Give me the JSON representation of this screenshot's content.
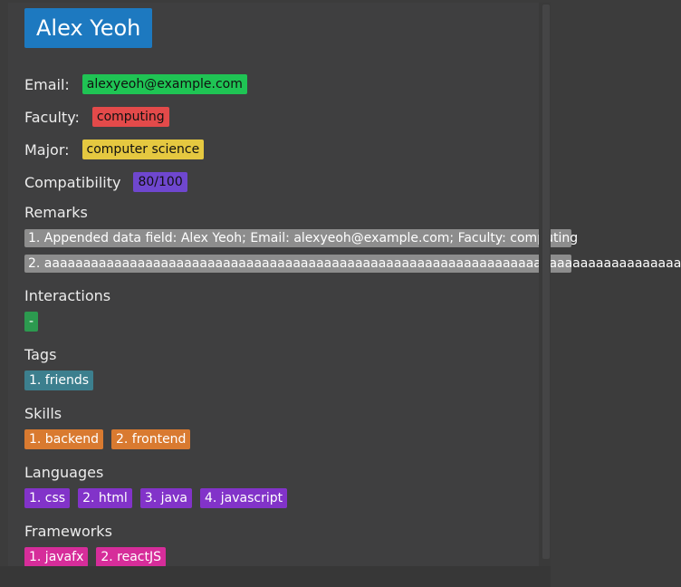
{
  "person": {
    "name": "Alex Yeoh",
    "email_label": "Email:",
    "email": "alexyeoh@example.com",
    "faculty_label": "Faculty:",
    "faculty": "computing",
    "major_label": "Major:",
    "major": "computer science",
    "compatibility_label": "Compatibility",
    "compatibility": "80/100"
  },
  "remarks": {
    "heading": "Remarks",
    "items": [
      "1. Appended data field: Alex Yeoh; Email: alexyeoh@example.com; Faculty: computing",
      "2. aaaaaaaaaaaaaaaaaaaaaaaaaaaaaaaaaaaaaaaaaaaaaaaaaaaaaaaaaaaaaaaaaaaaaaaaaaaaaaaaaa"
    ]
  },
  "interactions": {
    "heading": "Interactions",
    "items": [
      "-"
    ]
  },
  "tags": {
    "heading": "Tags",
    "items": [
      "1. friends"
    ]
  },
  "skills": {
    "heading": "Skills",
    "items": [
      "1. backend",
      "2. frontend"
    ]
  },
  "languages": {
    "heading": "Languages",
    "items": [
      "1. css",
      "2. html",
      "3. java",
      "4. javascript"
    ]
  },
  "frameworks": {
    "heading": "Frameworks",
    "items": [
      "1. javafx",
      "2. reactJS"
    ]
  },
  "colors": {
    "name_bg": "#1d79c0",
    "email": "#1fc454",
    "faculty": "#e34a4a",
    "major": "#e5c840",
    "compatibility": "#6f47cf",
    "interactions": "#2c9a4f",
    "tags": "#3c7f8e",
    "skills": "#d97a30",
    "languages": "#8233c9",
    "frameworks": "#d62d9a"
  }
}
